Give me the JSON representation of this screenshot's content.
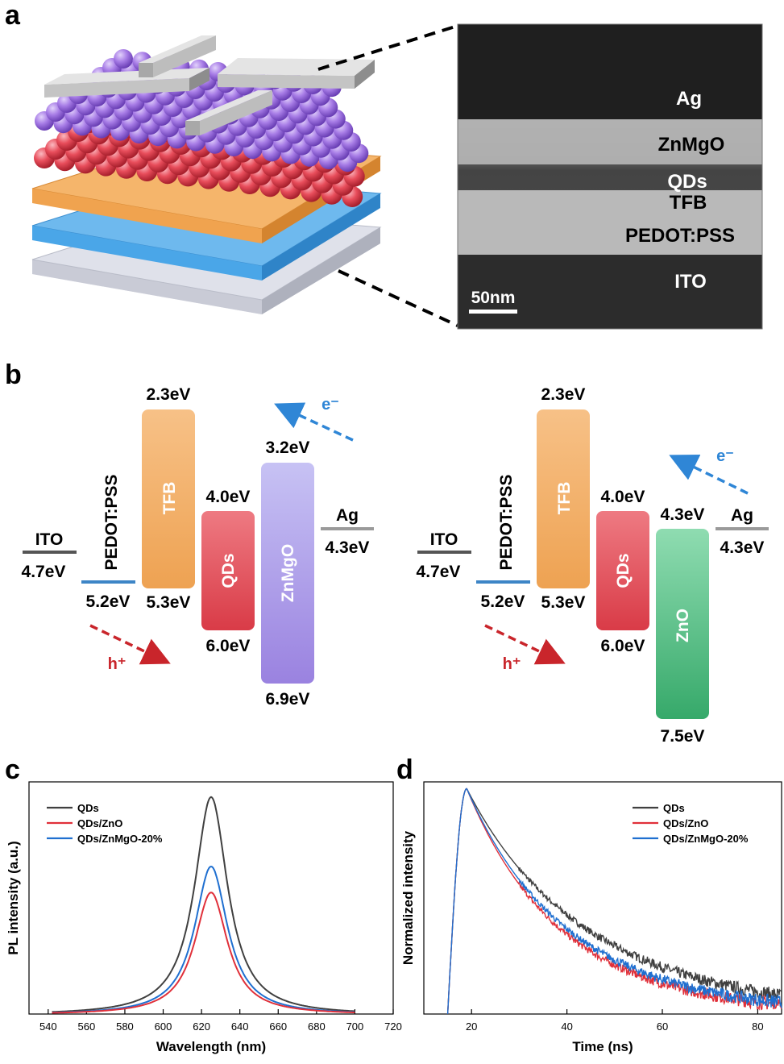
{
  "panel_a": {
    "letter": "a",
    "tem_labels": [
      "Ag",
      "ZnMgO",
      "QDs",
      "TFB",
      "PEDOT:PSS",
      "ITO"
    ],
    "scale_bar": "50nm",
    "colors": {
      "qd_top": "#a77ce6",
      "qd_bottom": "#e84d5b",
      "tfb": "#f0a34f",
      "pedot": "#4aa6e8",
      "ito": "#c9cbd6",
      "electrode": "#b8b8b8"
    }
  },
  "panel_b": {
    "letter": "b",
    "left": {
      "ITO": {
        "label": "ITO",
        "value": "4.7eV"
      },
      "PEDOT": {
        "label": "PEDOT:PSS",
        "value": "5.2eV"
      },
      "TFB": {
        "label": "TFB",
        "top": "2.3eV",
        "bottom": "5.3eV"
      },
      "QDs": {
        "label": "QDs",
        "top": "4.0eV",
        "bottom": "6.0eV"
      },
      "ETL": {
        "label": "ZnMgO",
        "top": "3.2eV",
        "bottom": "6.9eV"
      },
      "Ag": {
        "label": "Ag",
        "value": "4.3eV"
      },
      "electron": "e⁻",
      "hole": "h⁺"
    },
    "right": {
      "ITO": {
        "label": "ITO",
        "value": "4.7eV"
      },
      "PEDOT": {
        "label": "PEDOT:PSS",
        "value": "5.2eV"
      },
      "TFB": {
        "label": "TFB",
        "top": "2.3eV",
        "bottom": "5.3eV"
      },
      "QDs": {
        "label": "QDs",
        "top": "4.0eV",
        "bottom": "6.0eV"
      },
      "ETL": {
        "label": "ZnO",
        "top": "4.3eV",
        "bottom": "7.5eV"
      },
      "Ag": {
        "label": "Ag",
        "value": "4.3eV"
      },
      "electron": "e⁻",
      "hole": "h⁺"
    },
    "colors": {
      "tfb": "#f2a45a",
      "qds": "#e45660",
      "znmgo": "#a894e8",
      "zno": "#45b87a",
      "ito": "#555555",
      "pedot": "#3d85c6",
      "ag": "#9a9a9a",
      "electron": "#2f86d6",
      "hole": "#c9252b"
    }
  },
  "chart_data": [
    {
      "panel": "c",
      "type": "line",
      "xlabel": "Wavelength (nm)",
      "ylabel": "PL intensity (a.u.)",
      "xlim": [
        530,
        720
      ],
      "xticks": [
        540,
        560,
        580,
        600,
        620,
        640,
        660,
        680,
        700,
        720
      ],
      "legend": "top-left",
      "series": [
        {
          "name": "QDs",
          "color": "#404040",
          "peak_x": 625,
          "peak_y": 1.0,
          "fwhm": 21
        },
        {
          "name": "QDs/ZnO",
          "color": "#e0303a",
          "peak_x": 625,
          "peak_y": 0.56,
          "fwhm": 21
        },
        {
          "name": "QDs/ZnMgO-20%",
          "color": "#1f6fd0",
          "peak_x": 625,
          "peak_y": 0.68,
          "fwhm": 21
        }
      ]
    },
    {
      "panel": "d",
      "type": "line",
      "xlabel": "Time (ns)",
      "ylabel": "Normalized intensity",
      "xlim": [
        10,
        85
      ],
      "xticks": [
        20,
        40,
        60,
        80
      ],
      "legend": "top-right",
      "series": [
        {
          "name": "QDs",
          "color": "#404040",
          "tau_ns": 27
        },
        {
          "name": "QDs/ZnO",
          "color": "#e0303a",
          "tau_ns": 21
        },
        {
          "name": "QDs/ZnMgO-20%",
          "color": "#1f6fd0",
          "tau_ns": 22.5
        }
      ]
    }
  ]
}
